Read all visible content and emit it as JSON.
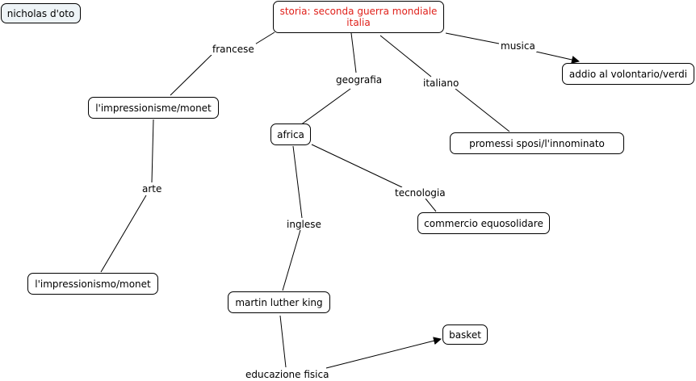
{
  "colors": {
    "root_text": "#e0211b",
    "author_fill": "#eef4f7",
    "line": "#000000"
  },
  "author": "nicholas d'oto",
  "root": {
    "line1": "storia: seconda guerra mondiale",
    "line2": "italia"
  },
  "concepts": {
    "impressionisme": "l'impressionisme/monet",
    "impressionismo": "l'impressionismo/monet",
    "africa": "africa",
    "martin": "martin luther king",
    "basket": "basket",
    "commercio": "commercio equosolidare",
    "promessi": "promessi sposi/l'innominato",
    "addio": "addio al volontario/verdi"
  },
  "links": {
    "francese": "francese",
    "geografia": "geografia",
    "italiano": "italiano",
    "musica": "musica",
    "arte": "arte",
    "inglese": "inglese",
    "tecnologia": "tecnologia",
    "educazione": "educazione fisica"
  }
}
